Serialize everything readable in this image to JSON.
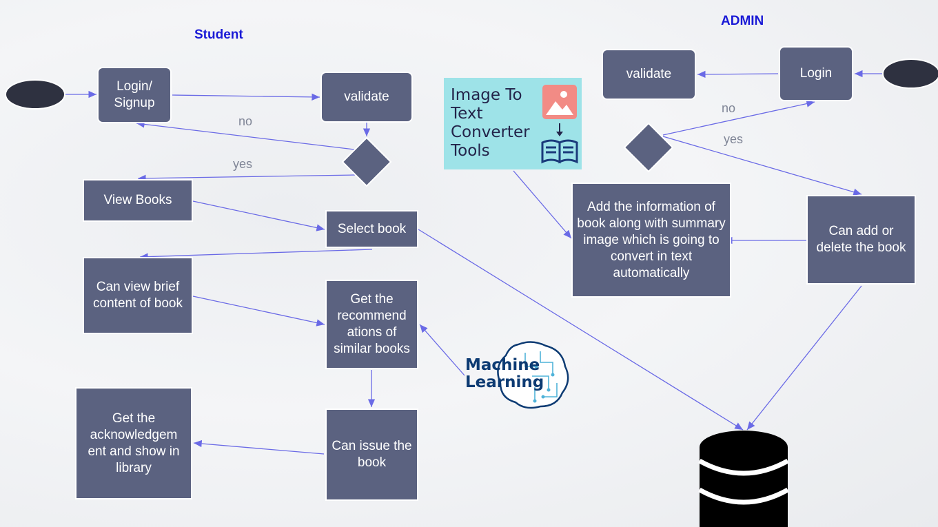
{
  "headings": {
    "student": "Student",
    "admin": "ADMIN"
  },
  "student": {
    "login": "Login/ Signup",
    "validate": "validate",
    "no": "no",
    "yes": "yes",
    "view_books": "View Books",
    "select_book": "Select book",
    "view_brief": "Can view brief content of book",
    "recommendations": "Get the recommend ations of similar books",
    "issue": "Can issue the book",
    "acknowledgement": "Get the acknowledgem ent and show in library"
  },
  "admin": {
    "login": "Login",
    "validate": "validate",
    "no": "no",
    "yes": "yes",
    "add_info": "Add the information of book along with summary image which is going to convert in text automatically",
    "add_delete": "Can add or delete the book"
  },
  "images": {
    "ocr_tool": "Image To\nText\nConverter\nTools",
    "ml_logo": "Machine\nLearning"
  },
  "icons": [
    "start-node-icon",
    "decision-diamond-icon",
    "image-picture-icon",
    "open-book-icon",
    "brain-circuit-icon",
    "database-icon"
  ],
  "colors": {
    "node": "#5b6280",
    "edge": "#6a6ae6",
    "heading": "#1a1ad6",
    "start": "#2e3140"
  }
}
